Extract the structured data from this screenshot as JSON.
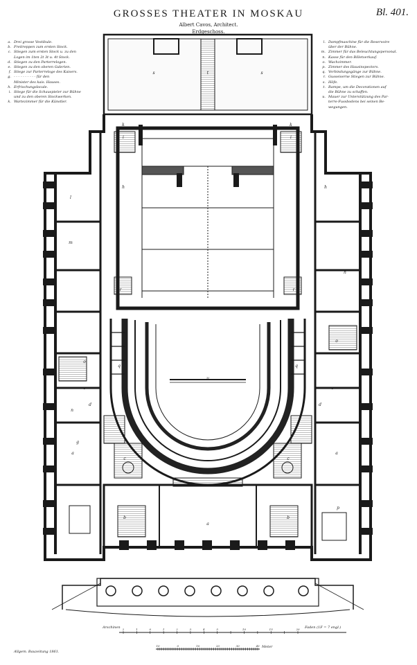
{
  "header": {
    "title": "GROSSES THEATER IN MOSKAU",
    "plate": "Bl. 401.",
    "architect": "Albert Cavos, Architect.",
    "floor": "Erdgeschoss."
  },
  "legend_left": [
    {
      "key": "a.",
      "text": "Drei grosse Vestibule."
    },
    {
      "key": "b.",
      "text": "Freitreppen zum ersten Stock."
    },
    {
      "key": "c.",
      "text": "Stiegen zum ersten Stock u. zu den"
    },
    {
      "key": "",
      "text": "Logen im 1ten 2t 3t u. 4t Stock."
    },
    {
      "key": "d.",
      "text": "Stiegen zu den Parterrelogen."
    },
    {
      "key": "e.",
      "text": "Stiegen zu den oberen Galerien."
    },
    {
      "key": "f.",
      "text": "Stiege zur Parterreloge des Kaisers."
    },
    {
      "key": "g.",
      "text": "- - - - - - - - - - für den"
    },
    {
      "key": "",
      "text": "Minister des kais. Hauses."
    },
    {
      "key": "h.",
      "text": "Erfrischungslocale."
    },
    {
      "key": "i.",
      "text": "Stiege für die Schauspieler zur Bühne"
    },
    {
      "key": "",
      "text": "und zu den oberen Stockwerken."
    },
    {
      "key": "k.",
      "text": "Wartezimmer für die Künstler."
    }
  ],
  "legend_right": [
    {
      "key": "l.",
      "text": "Dampfmaschine für die Reservoire"
    },
    {
      "key": "",
      "text": "über der Bühne."
    },
    {
      "key": "m.",
      "text": "Zimmer für das Beleuchtungspersonal."
    },
    {
      "key": "n.",
      "text": "Kasse für den Billetverkauf."
    },
    {
      "key": "o.",
      "text": "Wachzimmer."
    },
    {
      "key": "p.",
      "text": "Zimmer des Hausinspectors."
    },
    {
      "key": "q.",
      "text": "Verbindungsgänge zur Bühne."
    },
    {
      "key": "r.",
      "text": "Gusseiserne Stiegen zur Bühne."
    },
    {
      "key": "s.",
      "text": "Höfe."
    },
    {
      "key": "t.",
      "text": "Rampe, um die Decorationen auf"
    },
    {
      "key": "",
      "text": "die Bühne zu schaffen."
    },
    {
      "key": "u.",
      "text": "Mauer zur Unterstützung des Par-"
    },
    {
      "key": "",
      "text": "terre-Fussbodens bei seinen Be-"
    },
    {
      "key": "",
      "text": "wegungen."
    }
  ],
  "room_labels": [
    "s",
    "t",
    "s",
    "k",
    "k",
    "i",
    "i",
    "h",
    "h",
    "l",
    "m",
    "h",
    "q",
    "q",
    "r",
    "r",
    "o",
    "o",
    "e",
    "e",
    "d",
    "d",
    "n",
    "g",
    "a",
    "a",
    "a",
    "c",
    "c",
    "b",
    "b",
    "p",
    "u"
  ],
  "scale": {
    "arschinen_label": "Arschinen",
    "arschinen_ticks": [
      "2",
      "1",
      "0",
      "1",
      "2",
      "3",
      "4",
      "5",
      "",
      "10",
      "",
      "15",
      "",
      "20"
    ],
    "faden_label": "Faden (1F = 7 engl.)",
    "meter_label": "Meter",
    "meter_ticks": [
      "10",
      "",
      "",
      "",
      "",
      "",
      "",
      "",
      "",
      "",
      "0",
      "",
      "",
      "",
      "",
      "",
      "",
      "",
      "",
      "",
      "10",
      "",
      "",
      "",
      "",
      "",
      "",
      "",
      "",
      "",
      "20",
      "",
      "",
      "",
      "",
      "",
      "",
      "",
      "",
      "",
      "30",
      "",
      "",
      "",
      "",
      "",
      "",
      "",
      "",
      "",
      "40"
    ]
  },
  "footer": {
    "source": "Allgem. Bauzeitung 1861."
  }
}
